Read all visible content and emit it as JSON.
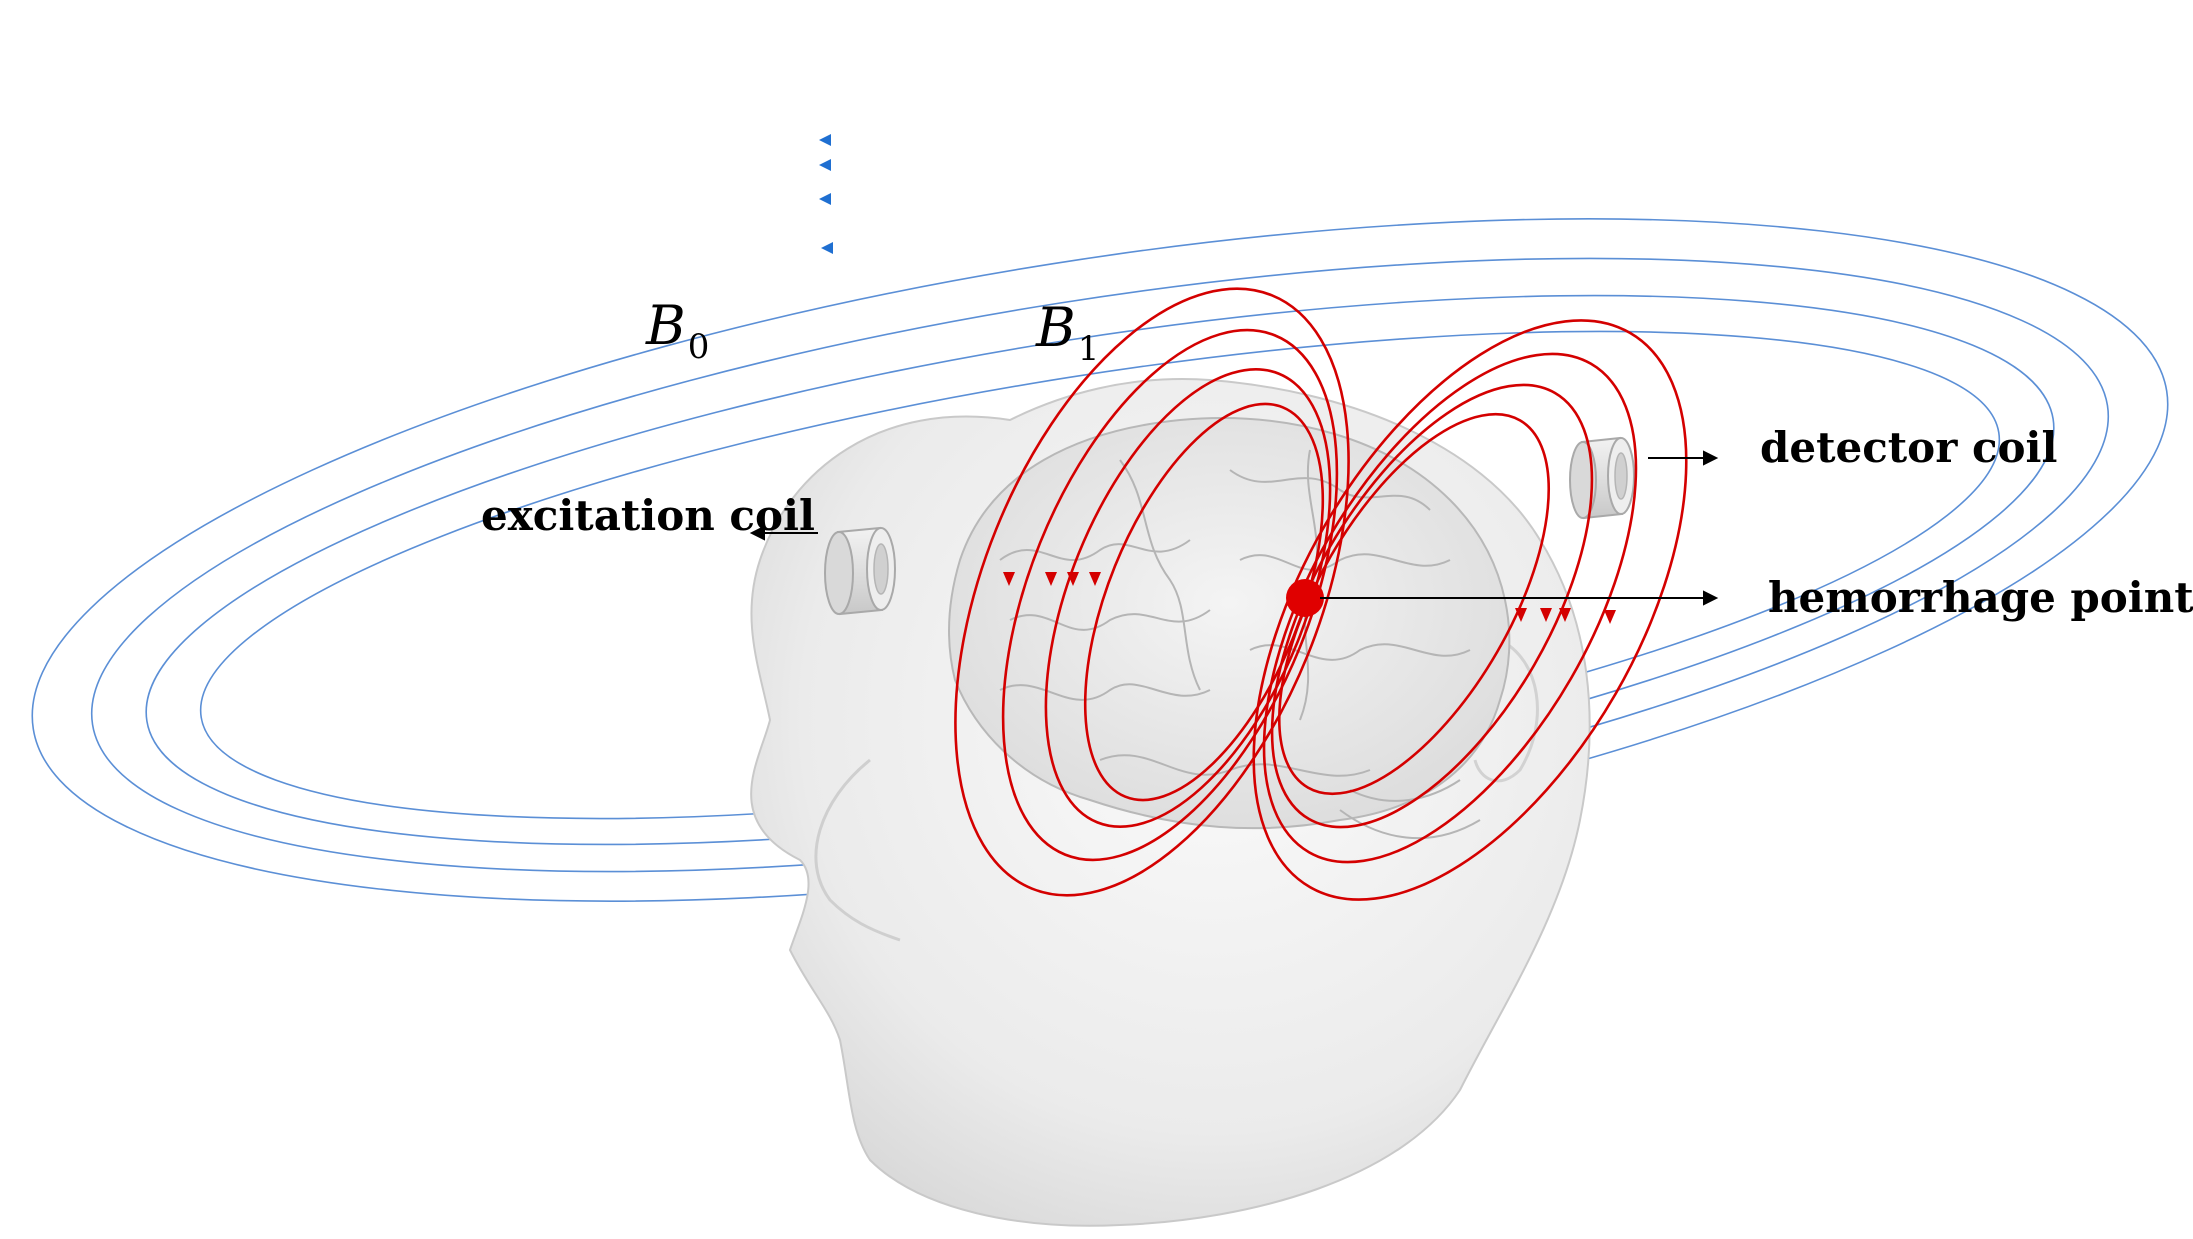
{
  "labels": {
    "b0": {
      "symbol": "B",
      "subscript": "0"
    },
    "b1": {
      "symbol": "B",
      "subscript": "1"
    },
    "excitation_coil": "excitation coil",
    "detector_coil": "detector coil",
    "hemorrhage_point": "hemorrhage point"
  },
  "colors": {
    "b0_field": "#5b8fd6",
    "b0_arrow": "#1f6fd1",
    "b1_field": "#d40000",
    "hemorrhage": "#e00000",
    "head": "#e8e8e8",
    "coil": "#e6e6e6",
    "leader": "#000000"
  },
  "icons": {
    "head": "human-head-model",
    "brain": "brain-model",
    "coil": "cylindrical-coil"
  }
}
